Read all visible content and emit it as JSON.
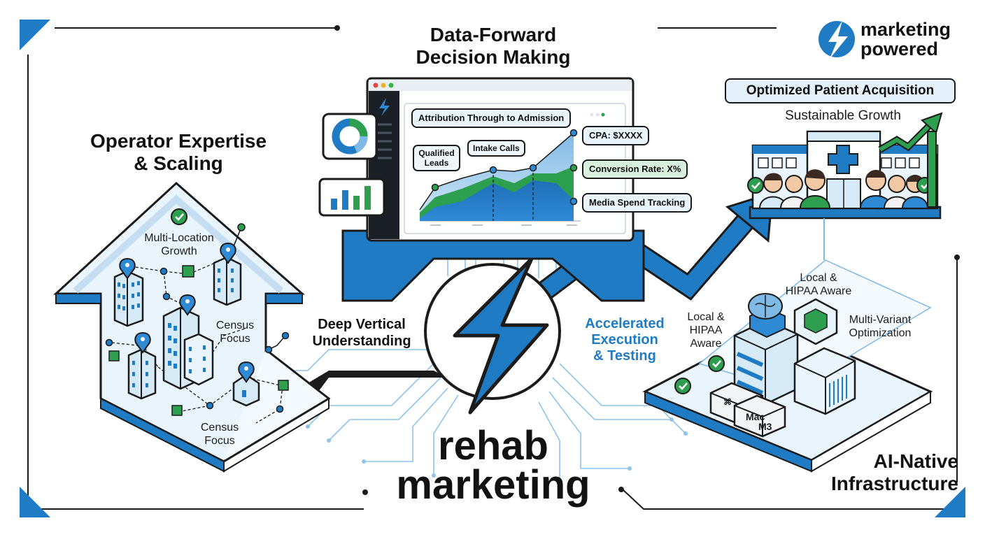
{
  "brand": {
    "line1": "marketing",
    "line2": "powered",
    "logo_icon": "lightning-bolt-icon",
    "accent": "#1f7cc4",
    "green": "#2e9e4f"
  },
  "center": {
    "line1": "rehab",
    "line2": "marketing",
    "icon": "lightning-bolt-icon"
  },
  "sections": {
    "decision": {
      "line1": "Data-Forward",
      "line2": "Decision Making"
    },
    "operator": {
      "line1": "Operator Expertise",
      "line2": "& Scaling"
    },
    "infrastructure": {
      "line1": "AI-Native",
      "line2": "Infrastructure"
    },
    "acquisition": {
      "title": "Optimized Patient Acquisition",
      "subtitle": "Sustainable Growth"
    }
  },
  "connectors": {
    "vertical": {
      "line1": "Deep Vertical",
      "line2": "Understanding"
    },
    "execution": {
      "line1": "Accelerated",
      "line2": "Execution",
      "line3": "& Testing"
    }
  },
  "dashboard": {
    "chart_title": "Attribution Through to Admission",
    "callouts": {
      "qualified": {
        "line1": "Qualified",
        "line2": "Leads"
      },
      "intake": "Intake Calls",
      "cpa": "CPA: $XXXX",
      "conversion": "Conversion Rate: X%",
      "media": "Media Spend Tracking"
    }
  },
  "operator_labels": {
    "growth": {
      "line1": "Multi-Location",
      "line2": "Growth"
    },
    "census_right": {
      "line1": "Census",
      "line2": "Focus"
    },
    "census_bottom": {
      "line1": "Census",
      "line2": "Focus"
    }
  },
  "infra_labels": {
    "local_top": {
      "line1": "Local &",
      "line2": "HIPAA Aware"
    },
    "local_left": {
      "line1": "Local &",
      "line2": "HIPAA",
      "line3": "Aware"
    },
    "multivariant": {
      "line1": "Multi-Variant",
      "line2": "Optimization"
    },
    "mac_label": "Mac",
    "m3_label": "M3",
    "mini_label": "⌘"
  }
}
